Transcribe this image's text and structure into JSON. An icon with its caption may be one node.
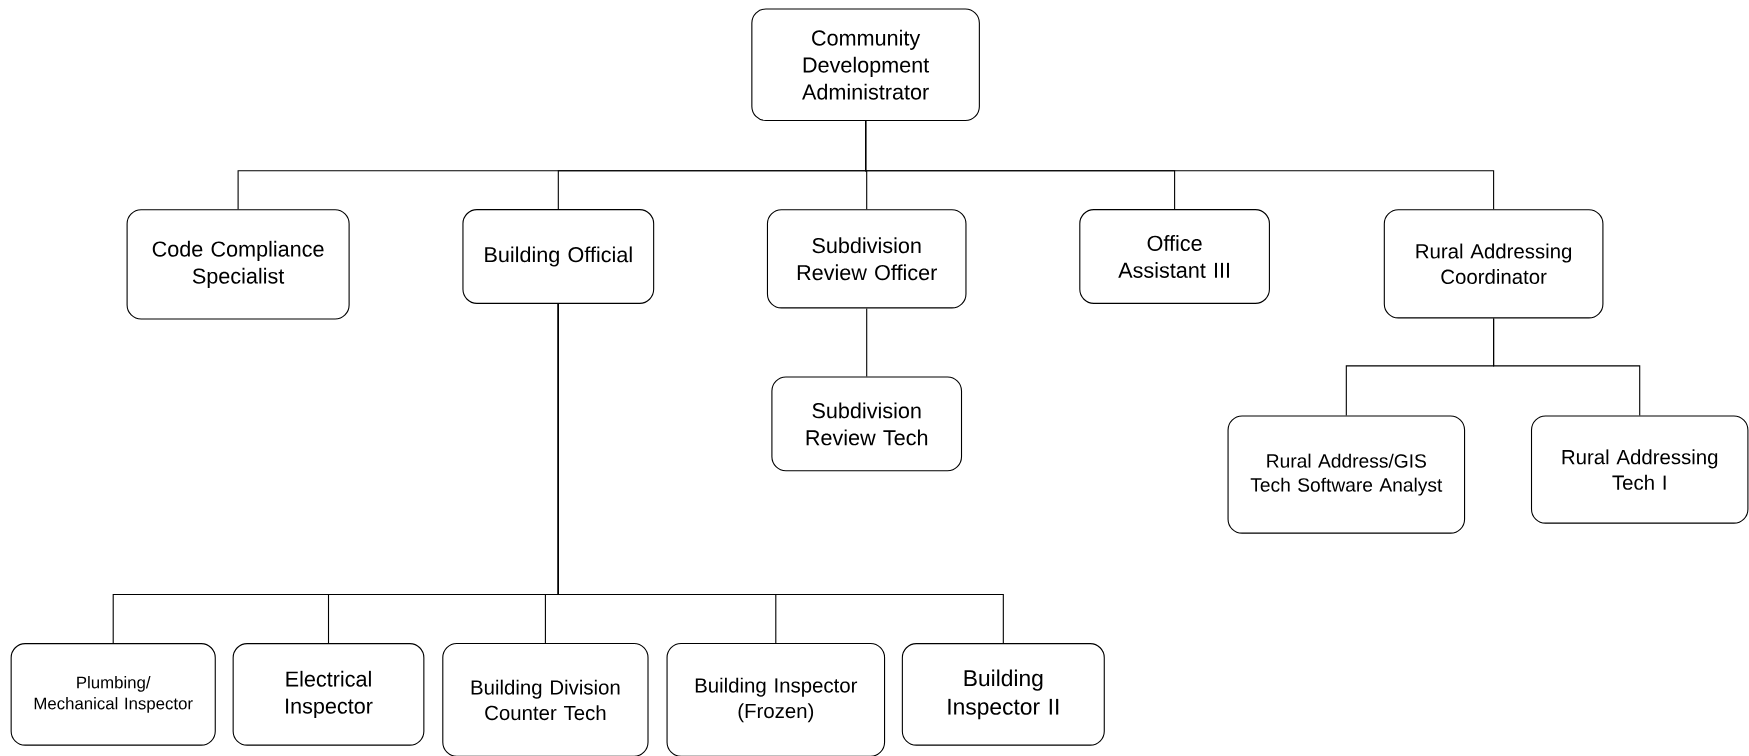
{
  "diagram": {
    "nodes": [
      {
        "text": [
          "Community Development Administrator"
        ]
      },
      {
        "text": [
          "Code Compliance Specialist"
        ]
      },
      {
        "text": [
          "Building Official"
        ]
      },
      {
        "text": [
          "Subdivision Review Officer"
        ]
      },
      {
        "text": [
          "Office Assistant III"
        ]
      },
      {
        "text": [
          "Rural Addressing Coordinator"
        ]
      },
      {
        "text": [
          "Subdivision Review Tech"
        ]
      },
      {
        "text": [
          "Rural Address/GIS Tech Software Analyst"
        ]
      },
      {
        "text": [
          "Rural Addressing Tech I"
        ]
      },
      {
        "text": [
          "Plumbing/ Mechanical Inspector"
        ]
      },
      {
        "text": [
          "Electrical Inspector"
        ]
      },
      {
        "text": [
          "Building Division Counter Tech"
        ]
      },
      {
        "text": [
          "Building Inspector (Frozen)"
        ]
      },
      {
        "text": [
          "Building Inspector II"
        ]
      }
    ],
    "edges": [
      {
        "from": 0,
        "to": 1,
        "arrow": "none"
      },
      {
        "from": 0,
        "to": 2,
        "arrow": "none"
      },
      {
        "from": 0,
        "to": 3,
        "arrow": "none"
      },
      {
        "from": 0,
        "to": 4,
        "arrow": "none"
      },
      {
        "from": 0,
        "to": 5,
        "arrow": "none"
      },
      {
        "from": 3,
        "to": 6,
        "arrow": "none"
      },
      {
        "from": 5,
        "to": 7,
        "arrow": "none"
      },
      {
        "from": 5,
        "to": 8,
        "arrow": "none"
      },
      {
        "from": 2,
        "to": 9,
        "arrow": "none"
      },
      {
        "from": 2,
        "to": 10,
        "arrow": "none"
      },
      {
        "from": 2,
        "to": 11,
        "arrow": "none"
      },
      {
        "from": 2,
        "to": 12,
        "arrow": "none"
      },
      {
        "from": 2,
        "to": 13,
        "arrow": "none"
      }
    ]
  }
}
